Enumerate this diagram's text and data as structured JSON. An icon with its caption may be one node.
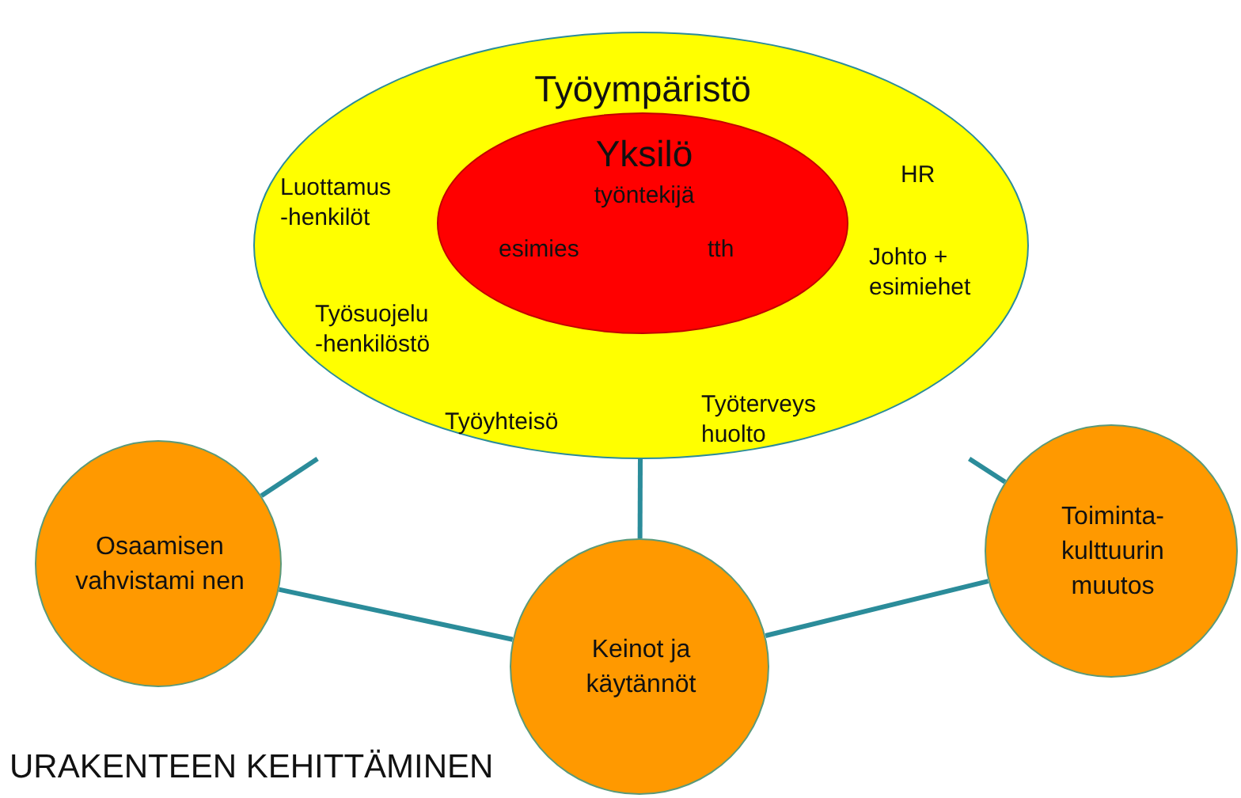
{
  "diagram": {
    "nodes": [
      {
        "text": [
          "Työympäristö",
          "Luottamus -henkilöt",
          "HR",
          "Johto + esimiehet",
          "Työsuojelu -henkilöstö",
          "Työyhteisö",
          "Työterveys huolto"
        ]
      },
      {
        "text": [
          "Yksilö",
          "työntekijä",
          "esimies",
          "tth"
        ],
        "in": 0
      },
      {
        "text": [
          "Osaamisen vahvistami nen"
        ]
      },
      {
        "text": [
          "Keinot ja käytännöt"
        ]
      },
      {
        "text": [
          "Toiminta-kulttuurin muutos"
        ]
      }
    ],
    "edges": [
      {
        "from": 0,
        "to": 2,
        "arrow": "none"
      },
      {
        "from": 0,
        "to": 3,
        "arrow": "none"
      },
      {
        "from": 0,
        "to": 4,
        "arrow": "none"
      },
      {
        "from": 2,
        "to": 3,
        "arrow": "none"
      },
      {
        "from": 3,
        "to": 4,
        "arrow": "none"
      }
    ],
    "labels": [
      "URAKENTEEN KEHITTÄMINEN"
    ]
  }
}
